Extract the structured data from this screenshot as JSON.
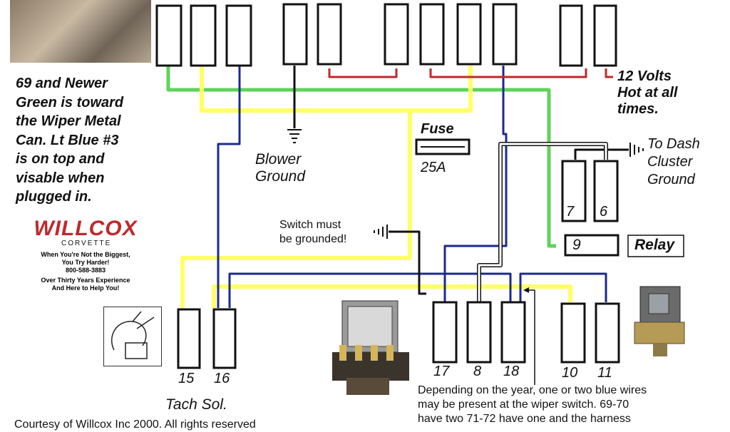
{
  "notes": {
    "newer_69": "69 and Newer\nGreen is toward\nthe Wiper Metal\nCan.  Lt Blue #3\nis on top and\nvisable when\nplugged in.",
    "volts12": "12 Volts\nHot at all\ntimes.",
    "blower": "Blower\nGround",
    "fuse_title": "Fuse",
    "fuse_amp": "25A",
    "dash": "To Dash\nCluster\nGround",
    "relay": "Relay",
    "switch_ground": "Switch must\nbe grounded!",
    "tach": "Tach Sol.",
    "depending": "Depending on the year, one or two blue wires\nmay be present at the wiper switch.  69-70\nhave two 71-72 have one and the harness",
    "courtesy": "Courtesy of Willcox Inc 2000. All rights reserved"
  },
  "logo": {
    "brand": "WILLCOX",
    "sub": "CORVETTE",
    "tag1": "When You're Not the Biggest,",
    "tag2": "You Try Harder!",
    "phone": "800-588-3883",
    "tag3": "Over Thirty Years Experience",
    "tag4": "And Here to Help You!"
  },
  "terminals": {
    "t7": "7",
    "t6": "6",
    "t9": "9",
    "t15": "15",
    "t16": "16",
    "t17": "17",
    "t8": "8",
    "t18": "18",
    "t10": "10",
    "t11": "11"
  },
  "colors": {
    "green": "#5fd35a",
    "yellow": "#ffff66",
    "blue": "#1c2a8c",
    "red": "#c0282d",
    "black": "#111111"
  }
}
